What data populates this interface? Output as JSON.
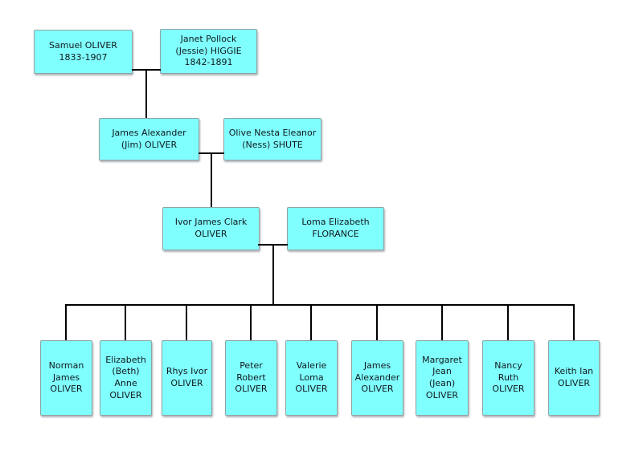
{
  "diagram": {
    "type": "family-tree",
    "colors": {
      "background": "#ffffff",
      "box_fill": "#80ffff",
      "box_border": "#8fa3a3",
      "connector_line": "#000000",
      "text": "#10181c"
    },
    "generations": [
      {
        "people": [
          {
            "id": "samuel-oliver",
            "name": "Samuel OLIVER\n1833-1907"
          },
          {
            "id": "janet-higgie",
            "name": "Janet Pollock\n(Jessie) HIGGIE\n1842-1891"
          }
        ]
      },
      {
        "people": [
          {
            "id": "james-alexander-oliver-sr",
            "name": "James Alexander\n(Jim) OLIVER"
          },
          {
            "id": "olive-shute",
            "name": "Olive Nesta Eleanor\n(Ness) SHUTE"
          }
        ]
      },
      {
        "people": [
          {
            "id": "ivor-james-clark-oliver",
            "name": "Ivor James Clark\nOLIVER"
          },
          {
            "id": "loma-florance",
            "name": "Loma Elizabeth\nFLORANCE"
          }
        ]
      },
      {
        "people": [
          {
            "id": "norman-james-oliver",
            "name": "Norman\nJames\nOLIVER"
          },
          {
            "id": "elizabeth-anne-oliver",
            "name": "Elizabeth\n(Beth)\nAnne\nOLIVER"
          },
          {
            "id": "rhys-ivor-oliver",
            "name": "Rhys Ivor\nOLIVER"
          },
          {
            "id": "peter-robert-oliver",
            "name": "Peter\nRobert\nOLIVER"
          },
          {
            "id": "valerie-loma-oliver",
            "name": "Valerie\nLoma\nOLIVER"
          },
          {
            "id": "james-alexander-oliver-jr",
            "name": "James\nAlexander\nOLIVER"
          },
          {
            "id": "margaret-jean-oliver",
            "name": "Margaret\nJean\n(Jean)\nOLIVER"
          },
          {
            "id": "nancy-ruth-oliver",
            "name": "Nancy\nRuth\nOLIVER"
          },
          {
            "id": "keith-ian-oliver",
            "name": "Keith Ian\nOLIVER"
          }
        ]
      }
    ]
  }
}
